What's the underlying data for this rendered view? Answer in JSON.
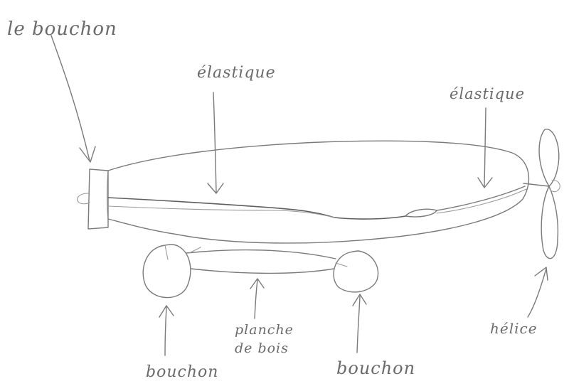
{
  "labels": {
    "cork_top": "le bouchon",
    "elastic_left": "élastique",
    "elastic_right": "élastique",
    "plank_line1": "planche",
    "plank_line2": "de bois",
    "cork_left_wheel": "bouchon",
    "cork_right_wheel": "bouchon",
    "propeller": "hélice"
  },
  "colors": {
    "pencil": "#7a7a7a",
    "background": "#ffffff"
  }
}
